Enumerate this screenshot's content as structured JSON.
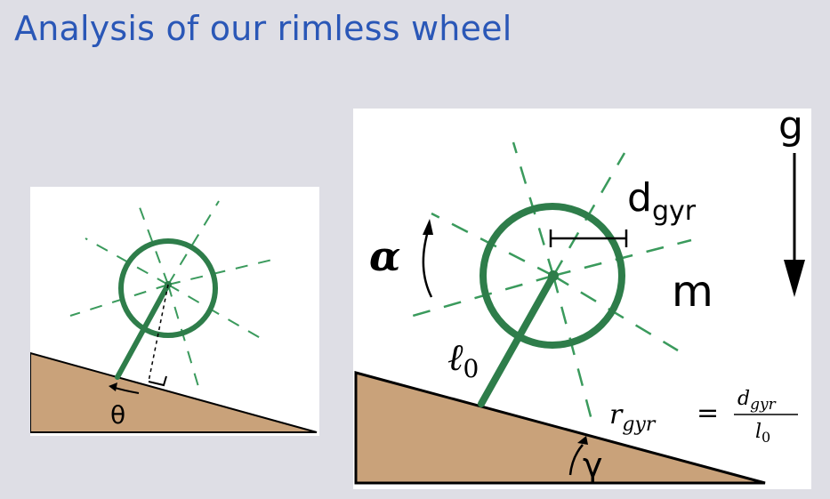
{
  "slide": {
    "title": "Analysis of our rimless wheel"
  },
  "left_diagram": {
    "angle_label": "θ"
  },
  "right_diagram": {
    "gravity_label": "g",
    "gyration_distance_label": "d",
    "gyration_distance_subscript": "gyr",
    "mass_label": "m",
    "angular_accel_label": "α",
    "leg_length_label": "ℓ",
    "leg_length_subscript": "0",
    "slope_angle_label": "γ",
    "formula": {
      "lhs": "r",
      "lhs_subscript": "gyr",
      "equals": "=",
      "numerator": "d",
      "numerator_subscript": "gyr",
      "denominator": "l",
      "denominator_subscript": "0"
    }
  },
  "colors": {
    "title": "#2a57b7",
    "wheel_green": "#2e7d4a",
    "spoke_green": "#3a9a5c",
    "ground": "#c9a27a",
    "background": "#dedee5"
  }
}
